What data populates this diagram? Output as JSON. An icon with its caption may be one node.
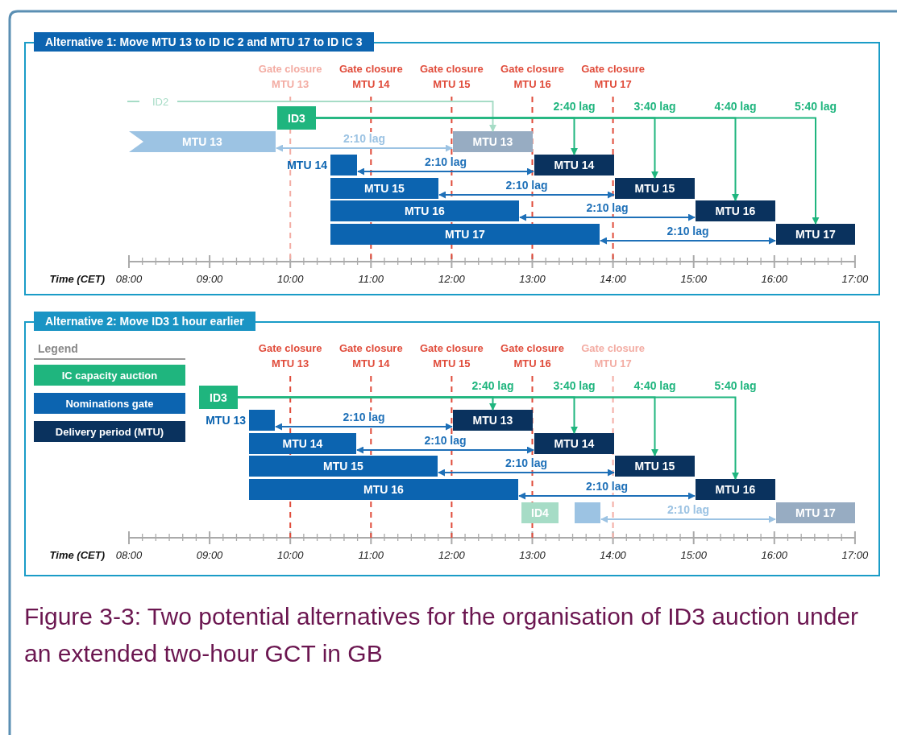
{
  "diagram": {
    "caption": "Figure 3-3: Two potential alternatives for the organisation of ID3 auction under an extended two-hour GCT in GB",
    "nodes": [
      {
        "text": [
          "Alternative 1: Move MTU 13 to ID IC 2 and MTU 17 to ID IC 3"
        ]
      },
      {
        "text": [
          "ID2"
        ],
        "in": 0
      },
      {
        "text": [
          "ID3"
        ],
        "in": 0
      },
      {
        "text": [
          "MTU 13"
        ],
        "in": 0
      },
      {
        "text": [
          "MTU 13"
        ],
        "in": 0
      },
      {
        "text": [],
        "shape": "box",
        "in": 0,
        "beside": [
          "MTU 14"
        ]
      },
      {
        "text": [
          "MTU 14"
        ],
        "in": 0
      },
      {
        "text": [
          "MTU 15"
        ],
        "in": 0
      },
      {
        "text": [
          "MTU 15"
        ],
        "in": 0
      },
      {
        "text": [
          "MTU 16"
        ],
        "in": 0
      },
      {
        "text": [
          "MTU 16"
        ],
        "in": 0
      },
      {
        "text": [
          "MTU 17"
        ],
        "in": 0
      },
      {
        "text": [
          "MTU 17"
        ],
        "in": 0
      },
      {
        "text": [
          "Alternative 2: Move ID3 1 hour earlier"
        ]
      },
      {
        "text": [
          "ID3"
        ],
        "in": 13
      },
      {
        "text": [],
        "shape": "box",
        "in": 13,
        "beside": [
          "MTU 13"
        ]
      },
      {
        "text": [
          "MTU 13"
        ],
        "in": 13
      },
      {
        "text": [
          "MTU 14"
        ],
        "in": 13
      },
      {
        "text": [
          "MTU 14"
        ],
        "in": 13
      },
      {
        "text": [
          "MTU 15"
        ],
        "in": 13
      },
      {
        "text": [
          "MTU 15"
        ],
        "in": 13
      },
      {
        "text": [
          "MTU 16"
        ],
        "in": 13
      },
      {
        "text": [
          "MTU 16"
        ],
        "in": 13
      },
      {
        "text": [
          "ID4"
        ],
        "in": 13
      },
      {
        "text": [],
        "shape": "box",
        "in": 13
      },
      {
        "text": [
          "MTU 17"
        ],
        "in": 13
      }
    ],
    "edges": [
      {
        "from": 1,
        "to": 4,
        "arrow": "to",
        "color": "#a6dcc6"
      },
      {
        "from": 2,
        "to": 6,
        "arrow": "to",
        "label": "2:40 lag",
        "color": "#1fb57e"
      },
      {
        "from": 2,
        "to": 8,
        "arrow": "to",
        "label": "3:40 lag",
        "color": "#1fb57e"
      },
      {
        "from": 2,
        "to": 10,
        "arrow": "to",
        "label": "4:40 lag",
        "color": "#1fb57e"
      },
      {
        "from": 2,
        "to": 12,
        "arrow": "to",
        "label": "5:40 lag",
        "color": "#1fb57e"
      },
      {
        "from": 3,
        "to": 4,
        "arrow": "both",
        "label": "2:10 lag",
        "color": "#9cc3e3"
      },
      {
        "from": 5,
        "to": 6,
        "arrow": "both",
        "label": "2:10 lag"
      },
      {
        "from": 7,
        "to": 8,
        "arrow": "both",
        "label": "2:10 lag"
      },
      {
        "from": 9,
        "to": 10,
        "arrow": "both",
        "label": "2:10 lag"
      },
      {
        "from": 11,
        "to": 12,
        "arrow": "both",
        "label": "2:10 lag"
      },
      {
        "from": 14,
        "to": 16,
        "arrow": "to",
        "label": "2:40 lag",
        "color": "#1fb57e"
      },
      {
        "from": 14,
        "to": 18,
        "arrow": "to",
        "label": "3:40 lag",
        "color": "#1fb57e"
      },
      {
        "from": 14,
        "to": 20,
        "arrow": "to",
        "label": "4:40 lag",
        "color": "#1fb57e"
      },
      {
        "from": 14,
        "to": 22,
        "arrow": "to",
        "label": "5:40 lag",
        "color": "#1fb57e"
      },
      {
        "from": 15,
        "to": 16,
        "arrow": "both",
        "label": "2:10 lag"
      },
      {
        "from": 17,
        "to": 18,
        "arrow": "both",
        "label": "2:10 lag"
      },
      {
        "from": 19,
        "to": 20,
        "arrow": "both",
        "label": "2:10 lag"
      },
      {
        "from": 21,
        "to": 22,
        "arrow": "both",
        "label": "2:10 lag"
      },
      {
        "from": 24,
        "to": 25,
        "arrow": "both",
        "label": "2:10 lag",
        "color": "#9cc3e3"
      }
    ],
    "labels": [
      "Gate closure MTU 13",
      "Gate closure MTU 14",
      "Gate closure MTU 15",
      "Gate closure MTU 16",
      "Gate closure MTU 17",
      "Time (CET)",
      "08:00",
      "09:00",
      "10:00",
      "11:00",
      "12:00",
      "13:00",
      "14:00",
      "15:00",
      "16:00",
      "17:00",
      "Legend",
      "Gate closure MTU 13",
      "Gate closure MTU 14",
      "Gate closure MTU 15",
      "Gate closure MTU 16",
      "Gate closure MTU 17",
      "Time (CET)",
      "08:00",
      "09:00",
      "10:00",
      "11:00",
      "12:00",
      "13:00",
      "14:00",
      "15:00",
      "16:00",
      "17:00"
    ],
    "legend": [
      {
        "text": "IC capacity auction",
        "color": "#1fb57e"
      },
      {
        "text": "Nominations gate",
        "color": "#0c64b0"
      },
      {
        "text": "Delivery period (MTU)",
        "color": "#0a325e"
      }
    ]
  }
}
